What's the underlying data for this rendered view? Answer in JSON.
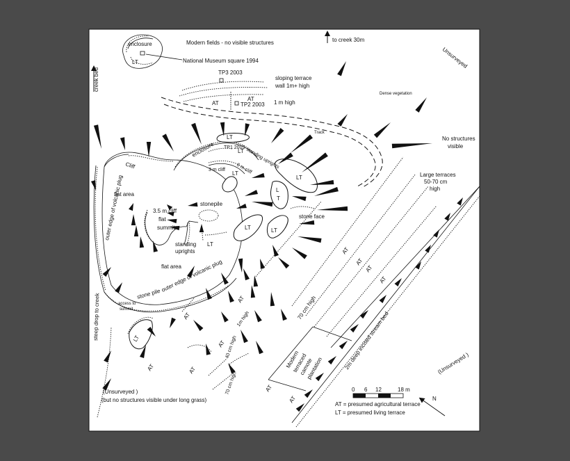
{
  "labels": {
    "modern_fields": "Modern fields - no visible structures",
    "to_creek": "to creek 30m",
    "unsurveyed_top": "Unsurveyed",
    "enclosure_top": "enclosure",
    "lt": "LT",
    "national_museum": "National Museum square 1994",
    "creek_bed": "creek bed",
    "tp3": "TP3 2003",
    "sloping_terrace": "sloping terrace",
    "wall_height": "wall 1m+ high",
    "at": "AT",
    "tp2": "TP2 2003",
    "one_m_high": "1 m high",
    "dense_veg": "Dense vegetation",
    "track": "Track",
    "no_structures": "No structures",
    "visible": "visible",
    "enclosure": "enclosure",
    "tp1": "TP1 2003",
    "standing_uprights_small": "standing uprights",
    "three_m_cliff_small": "3 m cliff",
    "six_m_cliff": "6 m cliff",
    "cliff": "Cliff",
    "large_terraces": "Large terraces",
    "terrace_height": "50-70 cm",
    "high": "high",
    "flat_area": "flat area",
    "outer_edge": "outer edge of volcanic plug",
    "stonepile": "stonepile",
    "three_m_cliff": "3.5 m cliff",
    "flat": "flat",
    "summit": "summit",
    "standing": "standing",
    "uprights": "uprights",
    "stone_face": "stone face",
    "l": "L",
    "t": "T",
    "stone_pile": "stone pile",
    "access": "access to",
    "summit_small": "summit",
    "seventy_cm": "70 cm high",
    "one_m_small": "1m high",
    "forty_cm": "40 cm high",
    "steep_drop": "steep drop to creek",
    "modern": "Modern",
    "terraced": "terraced",
    "camote": "camote",
    "plantation": "plantation",
    "stream_bed": "2m deep incised stream bed",
    "unsurveyed_right": "(Unsurveyed )",
    "unsurveyed_bottom": "(Unsurveyed )",
    "long_grass": "(but no structures visible under long grass)",
    "scale_ticks": [
      "0",
      "6",
      "12",
      "18 m"
    ],
    "north": "N",
    "legend_at": "AT = presumed agricultural terrace",
    "legend_lt": "LT = presumed living terrace"
  }
}
